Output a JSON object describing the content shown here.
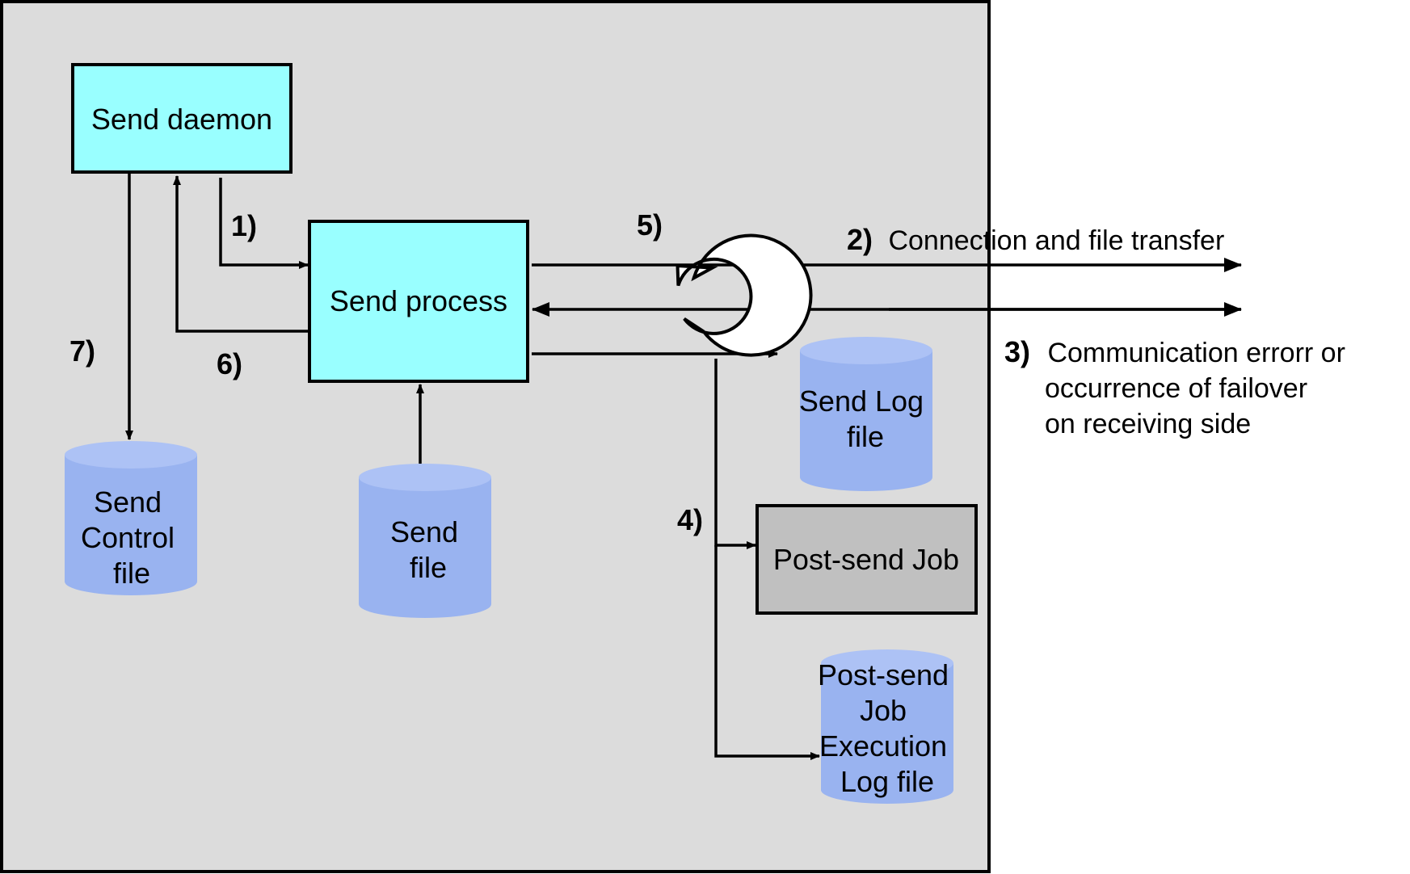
{
  "boxes": {
    "send_daemon": "Send daemon",
    "send_process": "Send process",
    "post_send_job": "Post-send Job"
  },
  "cylinders": {
    "send_control_file": [
      "Send",
      "Control",
      "file"
    ],
    "send_file": [
      "Send",
      "file"
    ],
    "send_log_file": [
      "Send Log",
      "file"
    ],
    "post_send_job_execution_log_file": [
      "Post-send",
      "Job",
      "Execution",
      "Log file"
    ]
  },
  "steps": {
    "s1": "1)",
    "s2": "2)",
    "s3": "3)",
    "s4": "4)",
    "s5": "5)",
    "s6": "6)",
    "s7": "7)"
  },
  "annotations": {
    "connection": "Connection and file transfer",
    "error_lines": [
      "Communication errorr or",
      "occurrence of failover",
      "on receiving side"
    ]
  },
  "colors": {
    "panel": "#dcdcdc",
    "process_box": "#99ffff",
    "job_box": "#c0c0c0",
    "cylinder": "#99b3f0",
    "cylinder_top": "#adc2f5"
  }
}
